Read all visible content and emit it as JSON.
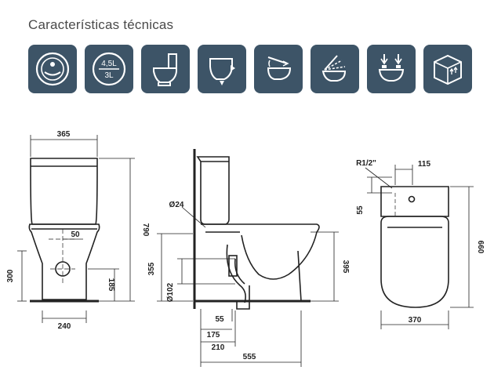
{
  "header": {
    "title": "Características técnicas"
  },
  "icons": [
    {
      "name": "dual-flush-button-icon"
    },
    {
      "name": "flush-volume-icon",
      "top": "4,5L",
      "bottom": "3L"
    },
    {
      "name": "close-coupled-cistern-icon"
    },
    {
      "name": "floor-outlet-icon"
    },
    {
      "name": "soft-close-seat-icon"
    },
    {
      "name": "lifting-seat-icon"
    },
    {
      "name": "quick-release-seat-icon"
    },
    {
      "name": "packaging-box-icon"
    }
  ],
  "front": {
    "w365": "365",
    "h790": "790",
    "d50": "50",
    "h300": "300",
    "h185": "185",
    "w240": "240"
  },
  "side": {
    "d24": "Ø24",
    "h355": "355",
    "d102": "Ø102",
    "h395": "395",
    "d55": "55",
    "d175": "175",
    "d210": "210",
    "d555": "555"
  },
  "top": {
    "r12": "R1/2\"",
    "d115": "115",
    "d55": "55",
    "h660": "660",
    "w370": "370"
  }
}
